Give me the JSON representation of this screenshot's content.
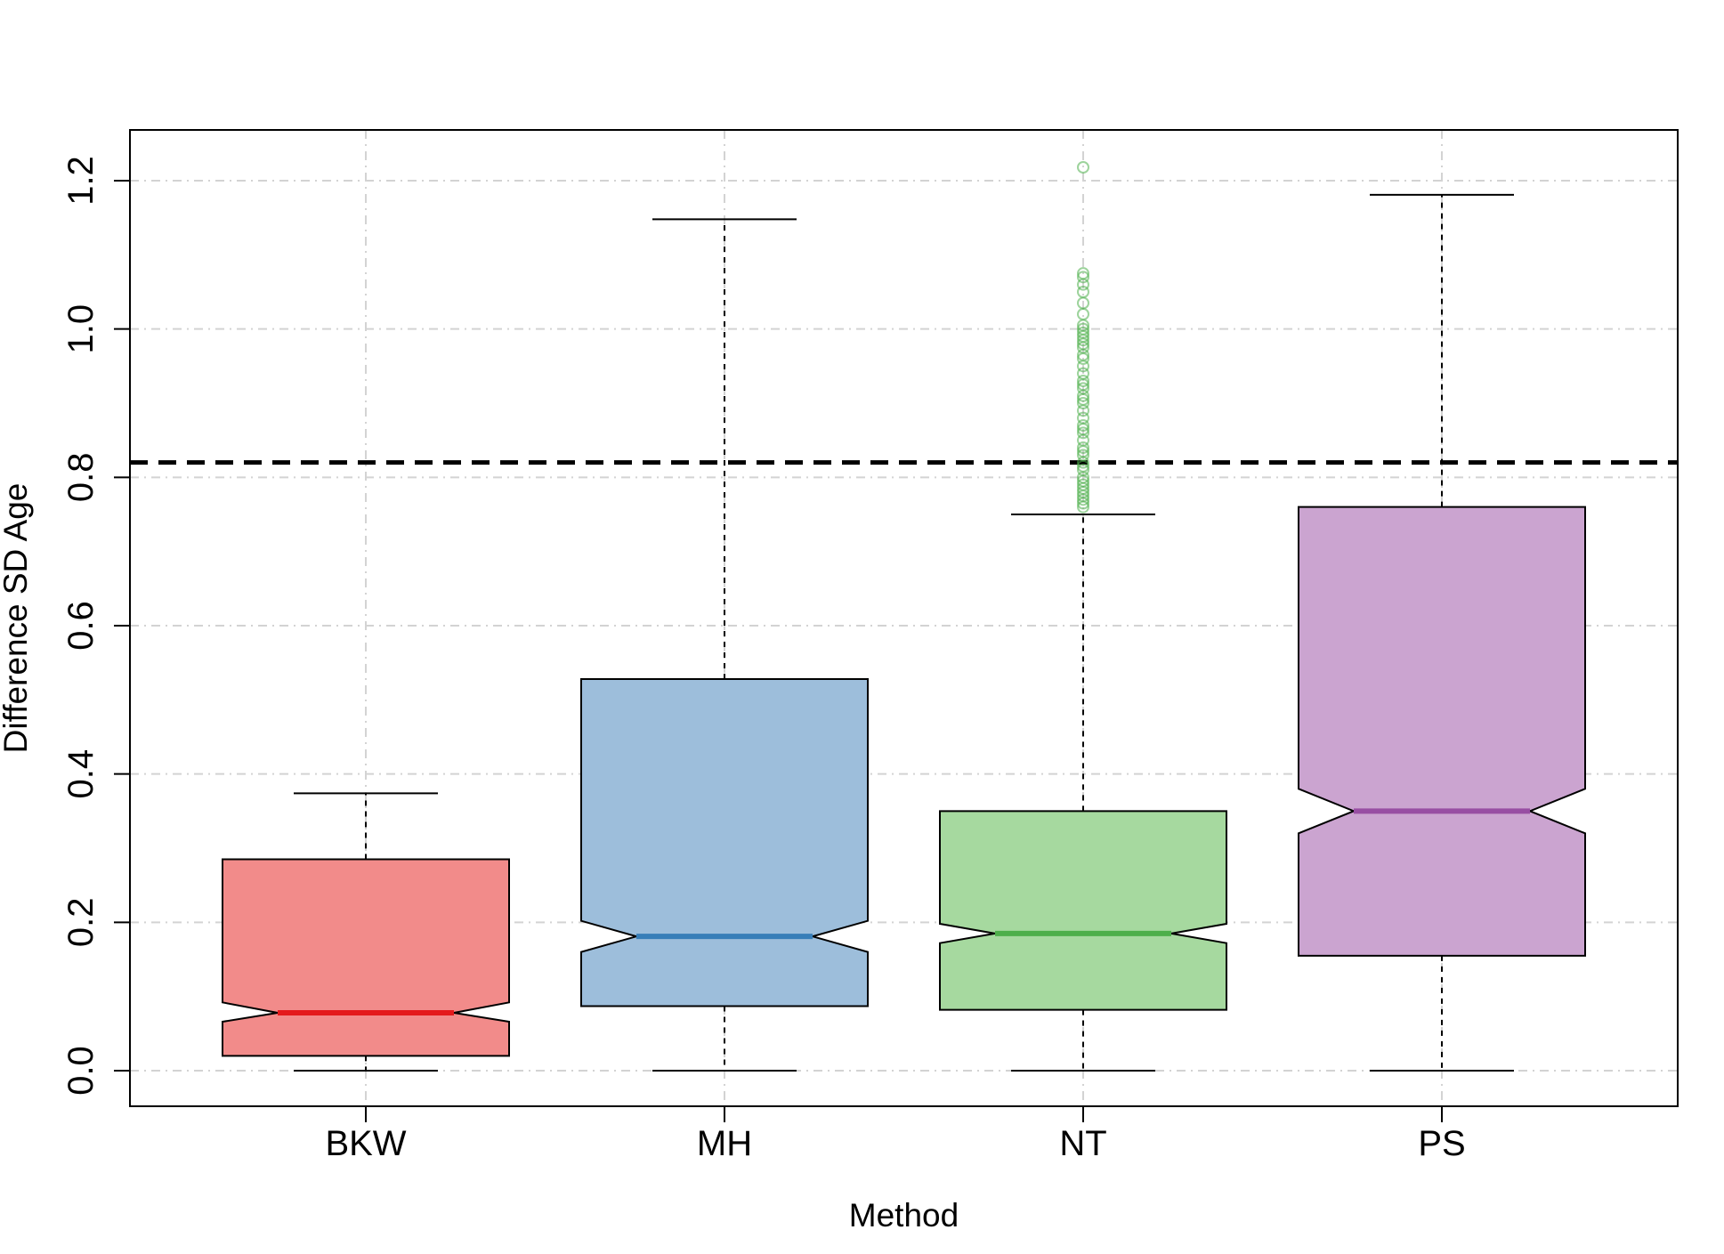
{
  "chart_data": {
    "type": "boxplot",
    "title": "",
    "xlabel": "Method",
    "ylabel": "Difference SD Age",
    "ylim": [
      -0.05,
      1.27
    ],
    "y_ticks": [
      0.0,
      0.2,
      0.4,
      0.6,
      0.8,
      1.0,
      1.2
    ],
    "y_tick_labels": [
      "0.0",
      "0.2",
      "0.4",
      "0.6",
      "0.8",
      "1.0",
      "1.2"
    ],
    "grid": true,
    "reference_line": {
      "y": 0.82,
      "style": "dashed",
      "color": "#000000"
    },
    "categories": [
      "BKW",
      "MH",
      "NT",
      "PS"
    ],
    "boxes": [
      {
        "name": "BKW",
        "whisker_low": 0.0,
        "q1": 0.02,
        "median": 0.078,
        "q3": 0.285,
        "whisker_high": 0.374,
        "notch_low": 0.066,
        "notch_high": 0.092,
        "fill": "#F28B8A",
        "median_color": "#E41A1C",
        "outliers": []
      },
      {
        "name": "MH",
        "whisker_low": 0.0,
        "q1": 0.087,
        "median": 0.181,
        "q3": 0.528,
        "whisker_high": 1.148,
        "notch_low": 0.16,
        "notch_high": 0.202,
        "fill": "#9DBEDB",
        "median_color": "#377EB8",
        "outliers": []
      },
      {
        "name": "NT",
        "whisker_low": 0.0,
        "q1": 0.082,
        "median": 0.185,
        "q3": 0.35,
        "whisker_high": 0.75,
        "notch_low": 0.172,
        "notch_high": 0.198,
        "fill": "#A6D99F",
        "median_color": "#4DAF4A",
        "outliers": [
          0.76,
          0.765,
          0.77,
          0.775,
          0.78,
          0.785,
          0.79,
          0.795,
          0.8,
          0.81,
          0.815,
          0.82,
          0.83,
          0.835,
          0.84,
          0.85,
          0.86,
          0.865,
          0.87,
          0.88,
          0.89,
          0.9,
          0.905,
          0.91,
          0.92,
          0.925,
          0.93,
          0.94,
          0.95,
          0.96,
          0.965,
          0.975,
          0.98,
          0.985,
          0.99,
          0.995,
          1.0,
          1.005,
          1.02,
          1.035,
          1.05,
          1.06,
          1.07,
          1.075,
          1.218
        ]
      },
      {
        "name": "PS",
        "whisker_low": 0.0,
        "q1": 0.155,
        "median": 0.35,
        "q3": 0.76,
        "whisker_high": 1.181,
        "notch_low": 0.32,
        "notch_high": 0.38,
        "fill": "#CBA4D0",
        "median_color": "#984EA3",
        "outliers": []
      }
    ]
  }
}
